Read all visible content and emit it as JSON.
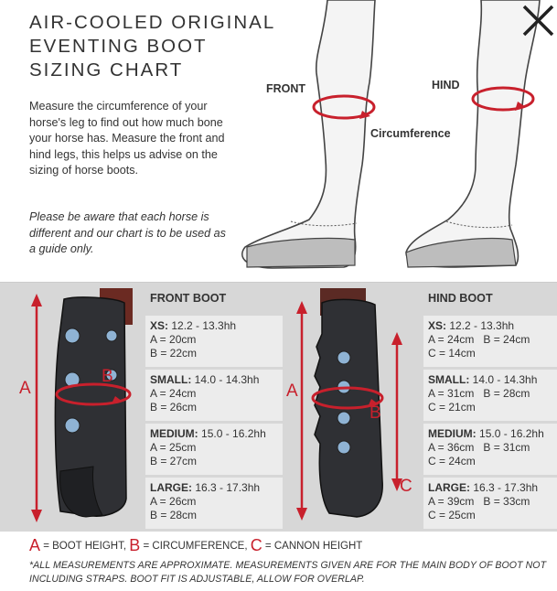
{
  "title_lines": [
    "AIR-COOLED ORIGINAL",
    "EVENTING BOOT",
    "SIZING CHART"
  ],
  "intro": "Measure the circumference of your horse's leg to find out how much bone your horse has. Measure the front and hind legs, this helps us advise on the sizing of horse boots.",
  "note": "Please be aware that each horse is different and our chart is to be used as a guide only.",
  "diagram": {
    "front_label": "FRONT",
    "hind_label": "HIND",
    "circumference_label": "Circumference"
  },
  "front_boot": {
    "heading": "FRONT BOOT",
    "letters": {
      "a": "A",
      "b": "B"
    },
    "sizes": [
      {
        "name": "XS:",
        "range": "12.2 - 13.3hh",
        "lines": [
          "A = 20cm",
          "B = 22cm"
        ]
      },
      {
        "name": "SMALL:",
        "range": "14.0 - 14.3hh",
        "lines": [
          "A = 24cm",
          "B = 26cm"
        ]
      },
      {
        "name": "MEDIUM:",
        "range": "15.0 - 16.2hh",
        "lines": [
          "A = 25cm",
          "B = 27cm"
        ]
      },
      {
        "name": "LARGE:",
        "range": "16.3 - 17.3hh",
        "lines": [
          "A = 26cm",
          "B = 28cm"
        ]
      }
    ]
  },
  "hind_boot": {
    "heading": "HIND BOOT",
    "letters": {
      "a": "A",
      "b": "B",
      "c": "C"
    },
    "sizes": [
      {
        "name": "XS:",
        "range": "12.2 - 13.3hh",
        "lines": [
          "A = 24cm   B = 24cm",
          "C = 14cm"
        ]
      },
      {
        "name": "SMALL:",
        "range": "14.0 - 14.3hh",
        "lines": [
          "A = 31cm   B = 28cm",
          "C = 21cm"
        ]
      },
      {
        "name": "MEDIUM:",
        "range": "15.0 - 16.2hh",
        "lines": [
          "A = 36cm   B = 31cm",
          "C = 24cm"
        ]
      },
      {
        "name": "LARGE:",
        "range": "16.3 - 17.3hh",
        "lines": [
          "A = 39cm   B = 33cm",
          "C = 25cm"
        ]
      }
    ]
  },
  "legend": {
    "a_letter": "A",
    "a_text": " = BOOT HEIGHT, ",
    "b_letter": "B",
    "b_text": " = CIRCUMFERENCE, ",
    "c_letter": "C",
    "c_text": " = CANNON HEIGHT"
  },
  "disclaimer": "*ALL MEASUREMENTS ARE APPROXIMATE. MEASUREMENTS GIVEN ARE FOR THE MAIN BODY OF BOOT NOT INCLUDING STRAPS. BOOT FIT IS ADJUSTABLE, ALLOW FOR OVERLAP.",
  "colors": {
    "accent": "#c8202c",
    "panel": "#d7d7d7",
    "block": "#ececec"
  }
}
